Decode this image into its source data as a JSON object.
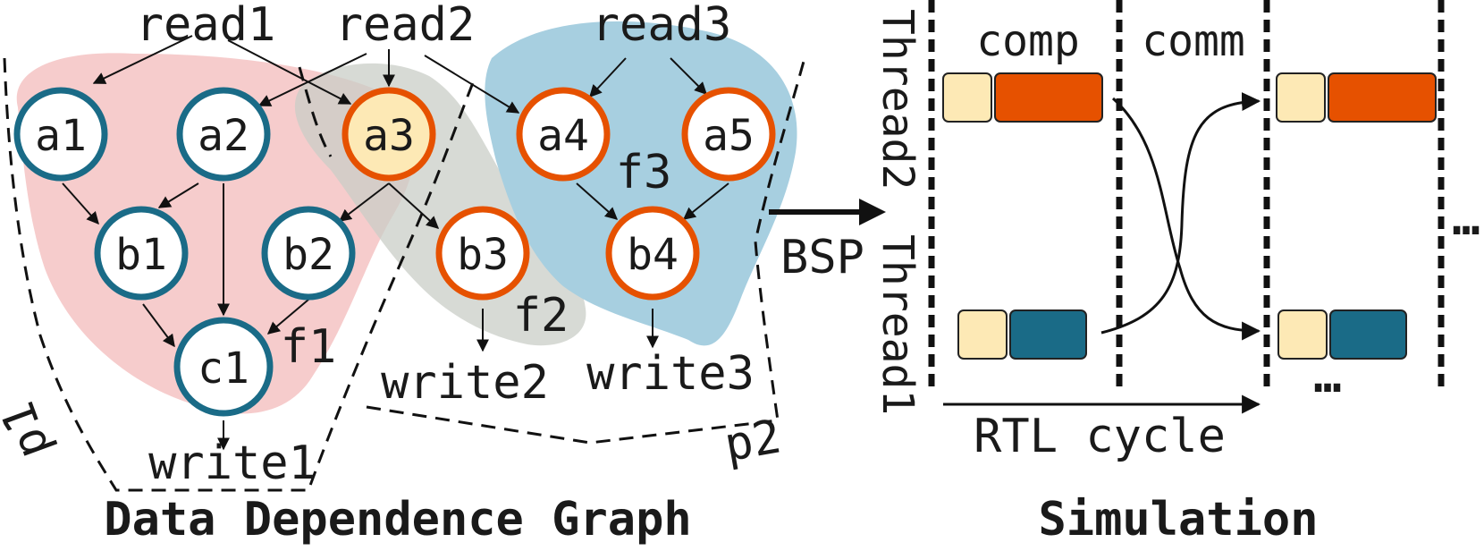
{
  "colors": {
    "p_blue": "#1a6b87",
    "p_orange": "#e65100",
    "light_fill": "#fde9b5",
    "blob_f1": "#f6cccc",
    "blob_f2": "#c9cdc7",
    "blob_f3": "#a7cfe0",
    "ink": "#111111"
  },
  "graph": {
    "caption": "Data Dependence Graph",
    "nodes": {
      "a1": "a1",
      "a2": "a2",
      "a3": "a3",
      "a4": "a4",
      "a5": "a5",
      "b1": "b1",
      "b2": "b2",
      "b3": "b3",
      "b4": "b4",
      "c1": "c1"
    },
    "reads": {
      "read1": "read1",
      "read2": "read2",
      "read3": "read3"
    },
    "writes": {
      "write1": "write1",
      "write2": "write2",
      "write3": "write3"
    },
    "functions": {
      "f1": "f1",
      "f2": "f2",
      "f3": "f3"
    },
    "partitions": {
      "p1": "p1",
      "p2": "p2"
    }
  },
  "arrow_label": "BSP",
  "simulation": {
    "caption": "Simulation",
    "phase_comp": "comp",
    "phase_comm": "comm",
    "thread_top": "Thread2",
    "thread_bottom": "Thread1",
    "axis_label": "RTL cycle",
    "ellipsis_right": "…",
    "ellipsis_bottom": "…"
  }
}
